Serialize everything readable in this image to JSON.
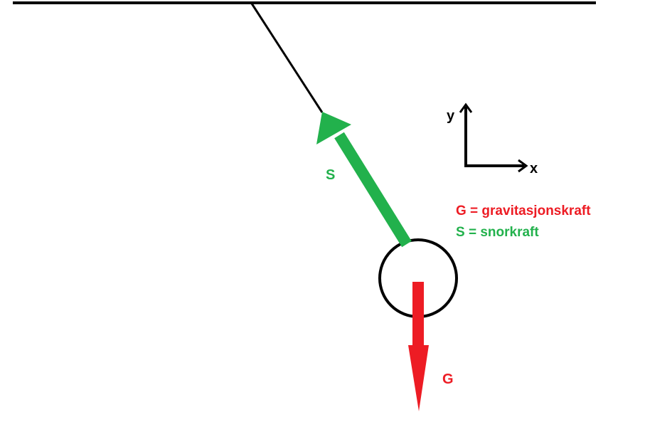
{
  "colors": {
    "gravity": "#ed1c24",
    "string_force": "#22b14c",
    "line": "#000000",
    "background": "#ffffff"
  },
  "labels": {
    "force_s": "S",
    "force_g": "G",
    "axis_y": "y",
    "axis_x": "x"
  },
  "legend": {
    "gravity_text": "G = gravitasjonskraft",
    "string_text": "S = snorkraft"
  }
}
